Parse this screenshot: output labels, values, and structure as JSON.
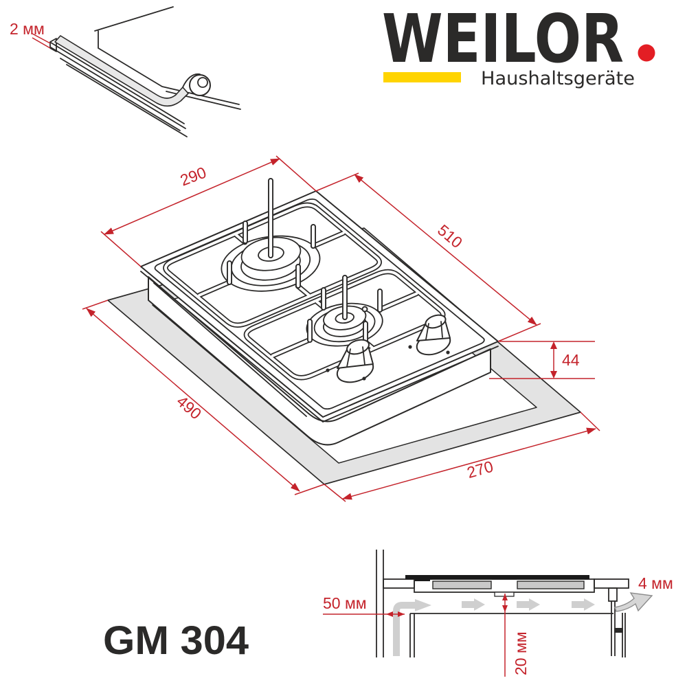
{
  "brand": {
    "wordmark": "WEILOR",
    "tagline": "Haushaltsgeräte"
  },
  "model": "GM 304",
  "edge_detail": {
    "label": "2 мм"
  },
  "hob_dimensions": {
    "width_mm": "290",
    "depth_mm": "510",
    "body_height_mm": "44"
  },
  "cutout_dimensions": {
    "length_mm": "490",
    "width_mm": "270"
  },
  "installation": {
    "wall_clearance": "50 мм",
    "under_clearance": "20 мм",
    "rear_gap": "4 мм"
  },
  "colors": {
    "accent_red": "#C4232B",
    "logo_red": "#E31E24",
    "logo_yellow": "#FFD400",
    "ink": "#2B2A29",
    "counter_gray": "#E3E3E3",
    "section_gray": "#D9D9D9",
    "airflow_gray": "#CFCFCF"
  }
}
